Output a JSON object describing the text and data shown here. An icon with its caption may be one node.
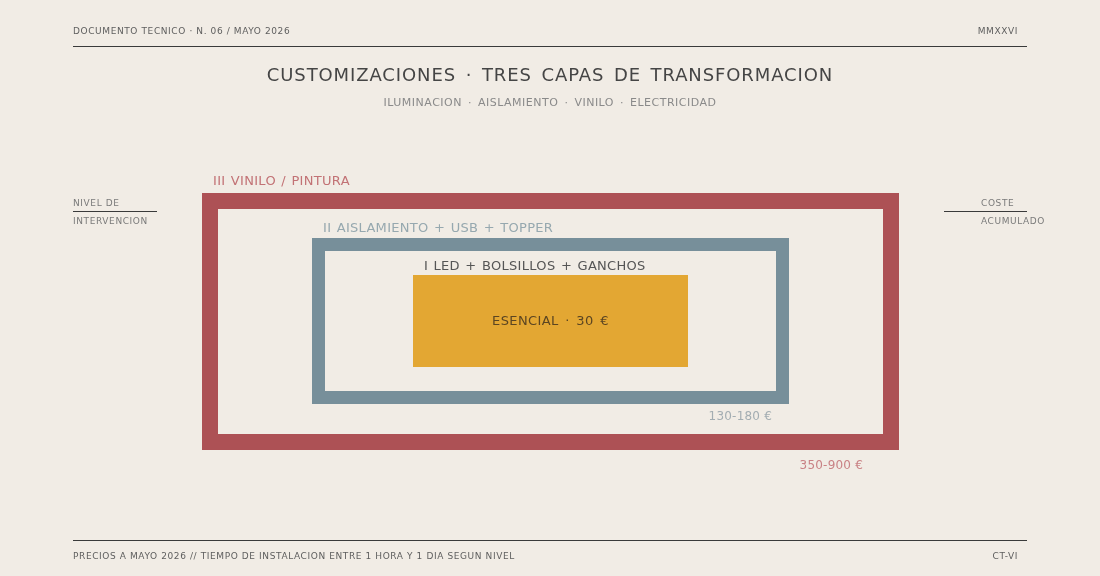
{
  "diagram": {
    "title": "CUSTOMIZACIONES · TRES CAPAS DE TRANSFORMACION",
    "nodes": [
      {
        "text": [
          "III VINILO / PINTURA"
        ],
        "beside": [
          "350-900 €"
        ]
      },
      {
        "text": [
          "II AISLAMIENTO + USB + TOPPER"
        ],
        "beside": [
          "130-180 €"
        ],
        "in": 0
      },
      {
        "text": [
          "I LED + BOLSILLOS + GANCHOS",
          "ESENCIAL · 30 €"
        ],
        "in": 1
      }
    ],
    "edges": [],
    "labels": [
      "DOCUMENTO TECNICO · N. 06 / MAYO 2026",
      "MMXXVI",
      "ILUMINACION · AISLAMIENTO · VINILO · ELECTRICIDAD",
      "NIVEL DE INTERVENCION",
      "COSTE ACUMULADO",
      "PRECIOS A MAYO 2026 // TIEMPO DE INSTALACION ENTRE 1 HORA Y 1 DIA SEGUN NIVEL",
      "CT-VI"
    ]
  }
}
